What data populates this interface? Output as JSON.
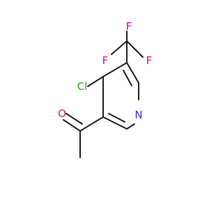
{
  "atoms": {
    "fluorine_top": {
      "label": "F",
      "color": "#d400aa"
    },
    "fluorine_left": {
      "label": "F",
      "color": "#d400aa"
    },
    "fluorine_right": {
      "label": "F",
      "color": "#d400aa"
    },
    "chlorine": {
      "label": "Cl",
      "color": "#1ea31e"
    },
    "nitrogen": {
      "label": "N",
      "color": "#2f2fd4"
    },
    "oxygen": {
      "label": "O",
      "color": "#e02020"
    }
  },
  "colors": {
    "bond": "#1a1a1a",
    "background": "#ffffff"
  }
}
